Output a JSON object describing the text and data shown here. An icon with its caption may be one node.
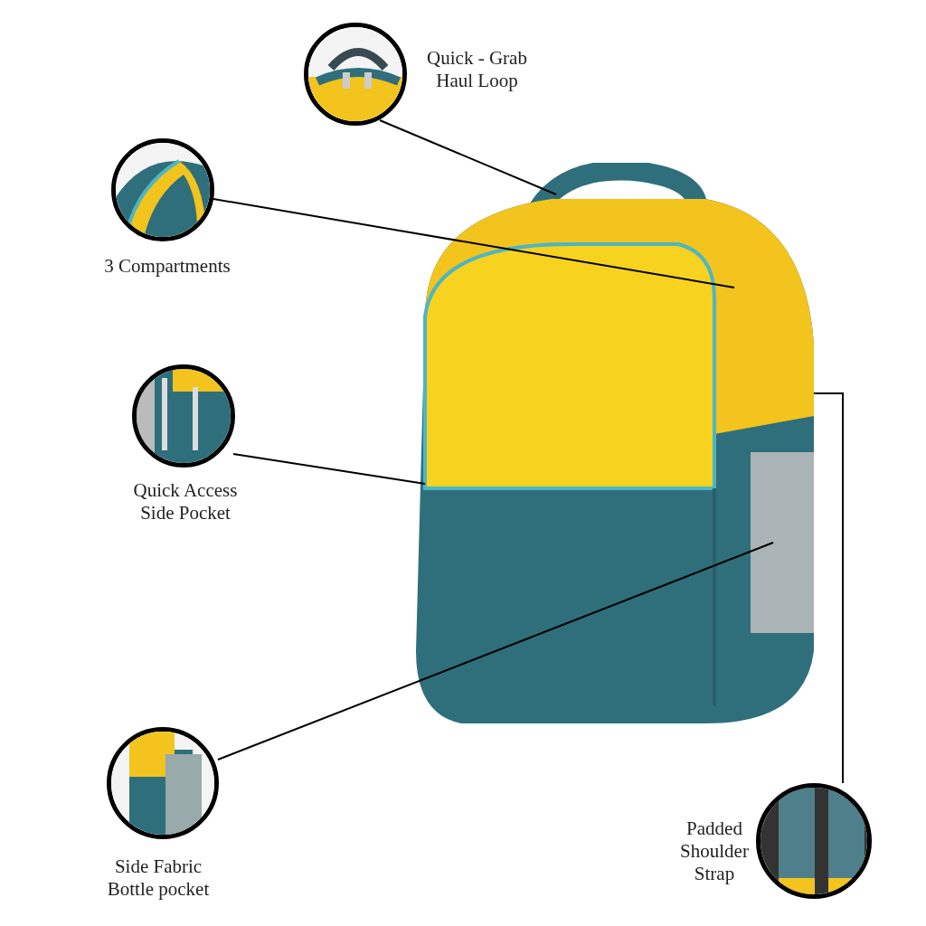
{
  "diagram": {
    "nodes": [
      {
        "text": [],
        "shape": "picture",
        "beside": [
          "Quick - Grab Haul Loop"
        ]
      },
      {
        "text": [],
        "shape": "picture",
        "beside": [
          "3 Compartments"
        ]
      },
      {
        "text": [],
        "shape": "picture",
        "beside": [
          "Quick Access Side Pocket"
        ]
      },
      {
        "text": [],
        "shape": "picture",
        "beside": [
          "Side Fabric Bottle pocket"
        ]
      },
      {
        "text": [],
        "shape": "picture",
        "beside": [
          "Padded Shoulder Strap"
        ]
      },
      {
        "text": [],
        "shape": "picture"
      }
    ],
    "edges": [
      {
        "from": 0,
        "to": 5,
        "arrow": "none"
      },
      {
        "from": 1,
        "to": 5,
        "arrow": "none"
      },
      {
        "from": 2,
        "to": 5,
        "arrow": "none"
      },
      {
        "from": 3,
        "to": 5,
        "arrow": "none"
      },
      {
        "from": 4,
        "to": 5,
        "arrow": "none"
      }
    ]
  }
}
